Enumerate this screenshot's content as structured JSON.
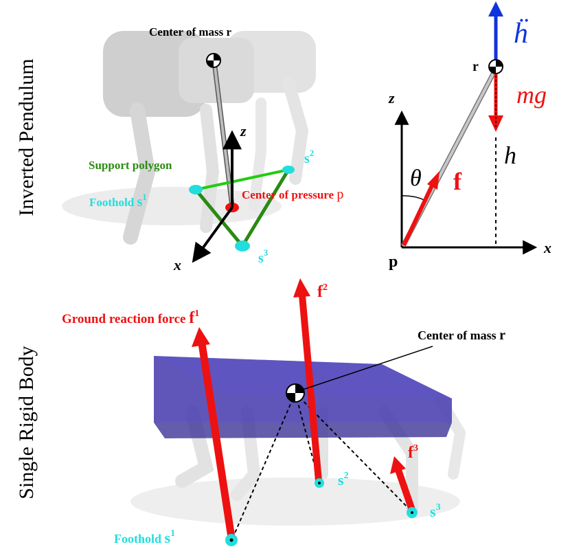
{
  "colors": {
    "force": "#ee1111",
    "foothold": "#22dddd",
    "polygon": "#2a8a12",
    "height_accel": "#1133dd",
    "box": "#4a3fb0",
    "robot": "#d8d8d8"
  },
  "top_panel": {
    "section_title": "Inverted Pendulum",
    "com_label": "Center of mass",
    "com_symbol": "r",
    "support_polygon_label": "Support polygon",
    "foothold_label": "Foothold",
    "foothold_symbol_1": "s",
    "foothold_sup_1": "1",
    "foothold_symbol_2": "s",
    "foothold_sup_2": "2",
    "foothold_symbol_3": "s",
    "foothold_sup_3": "3",
    "cop_label": "Center of pressure",
    "cop_symbol": "p",
    "axis_z": "z",
    "axis_x": "x"
  },
  "pendulum_diagram": {
    "r_label": "r",
    "hddot_label": "ḧ",
    "mg_label": "mg",
    "h_label": "h",
    "theta_label": "θ",
    "f_label": "f",
    "p_label": "p",
    "axis_z": "z",
    "axis_x": "x"
  },
  "bottom_panel": {
    "section_title": "Single Rigid Body",
    "grf_label": "Ground reaction force",
    "f1_symbol": "f",
    "f1_sup": "1",
    "f2_symbol": "f",
    "f2_sup": "2",
    "f3_symbol": "f",
    "f3_sup": "3",
    "com_label": "Center of mass",
    "com_symbol": "r",
    "foothold_label": "Foothold",
    "s1_symbol": "s",
    "s1_sup": "1",
    "s2_symbol": "s",
    "s2_sup": "2",
    "s3_symbol": "s",
    "s3_sup": "3"
  }
}
